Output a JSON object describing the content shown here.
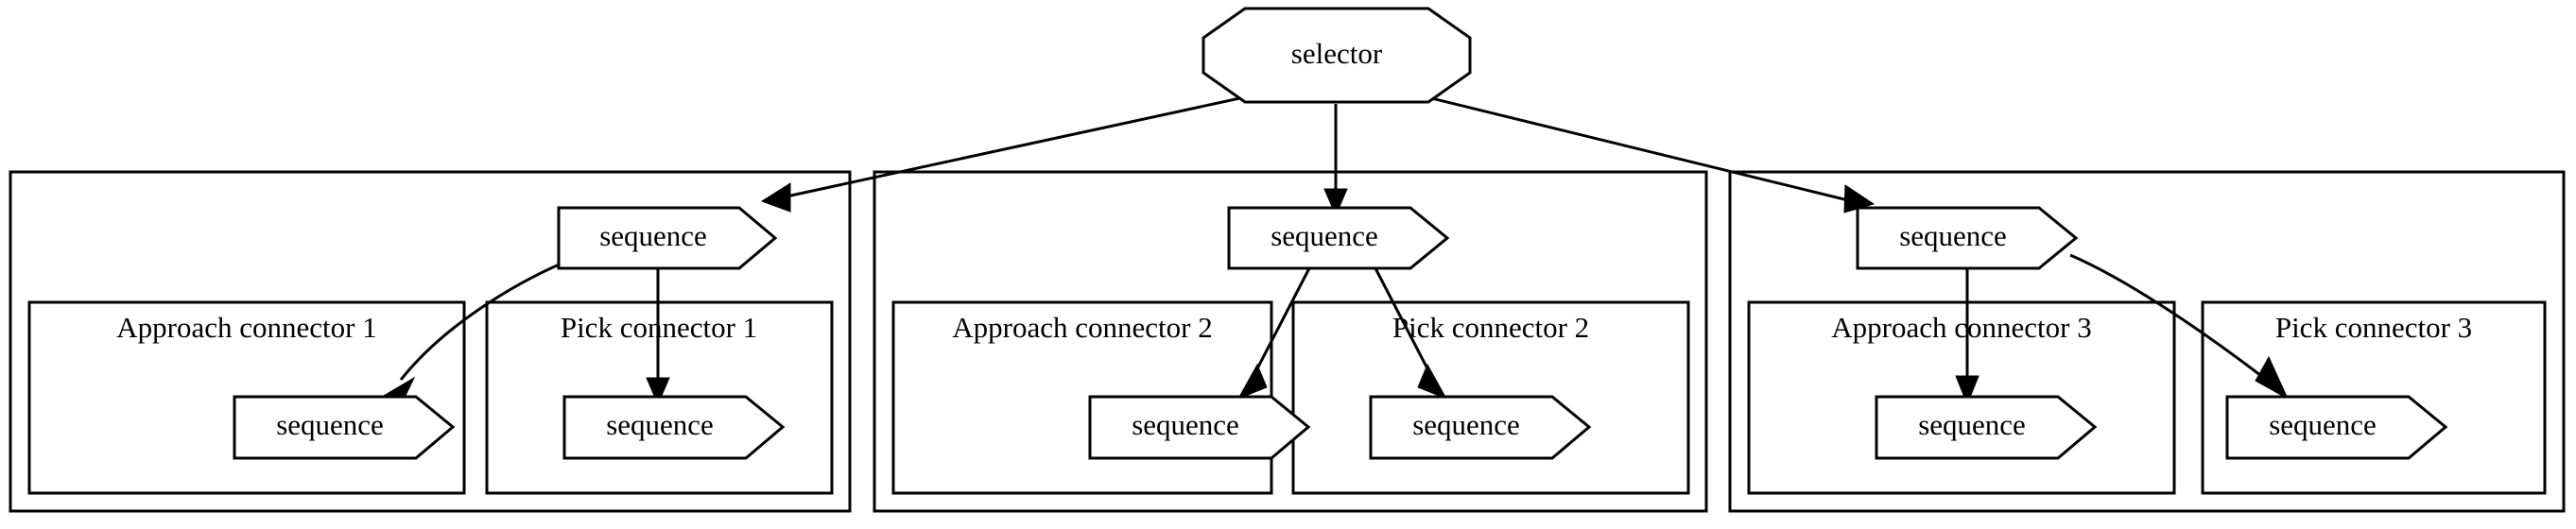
{
  "diagram": {
    "type": "behavior-tree",
    "title": "",
    "background_color": "#ffffff",
    "line_color": "#000000",
    "fill_color": "#ffffff",
    "root": {
      "id": "selector",
      "label": "selector",
      "shape": "octagon"
    },
    "node_labels": {
      "sequence": "sequence"
    },
    "groups": [
      {
        "id": "group1",
        "outer_label": "",
        "branch_label": "sequence",
        "children": [
          {
            "id": "approach1",
            "cluster_label": "Approach connector 1",
            "leaf_label": "sequence"
          },
          {
            "id": "pick1",
            "cluster_label": "Pick connector 1",
            "leaf_label": "sequence"
          }
        ]
      },
      {
        "id": "group2",
        "outer_label": "",
        "branch_label": "sequence",
        "children": [
          {
            "id": "approach2",
            "cluster_label": "Approach connector 2",
            "leaf_label": "sequence"
          },
          {
            "id": "pick2",
            "cluster_label": "Pick connector 2",
            "leaf_label": "sequence"
          }
        ]
      },
      {
        "id": "group3",
        "outer_label": "",
        "branch_label": "sequence",
        "children": [
          {
            "id": "approach3",
            "cluster_label": "Approach connector 3",
            "leaf_label": "sequence"
          },
          {
            "id": "pick3",
            "cluster_label": "Pick connector 3",
            "leaf_label": "sequence"
          }
        ]
      }
    ],
    "edges": [
      {
        "from": "selector",
        "to": "group1.sequence"
      },
      {
        "from": "selector",
        "to": "group2.sequence"
      },
      {
        "from": "selector",
        "to": "group3.sequence"
      },
      {
        "from": "group1.sequence",
        "to": "approach1.sequence"
      },
      {
        "from": "group1.sequence",
        "to": "pick1.sequence"
      },
      {
        "from": "group2.sequence",
        "to": "approach2.sequence"
      },
      {
        "from": "group2.sequence",
        "to": "pick2.sequence"
      },
      {
        "from": "group3.sequence",
        "to": "approach3.sequence"
      },
      {
        "from": "group3.sequence",
        "to": "pick3.sequence"
      }
    ]
  }
}
